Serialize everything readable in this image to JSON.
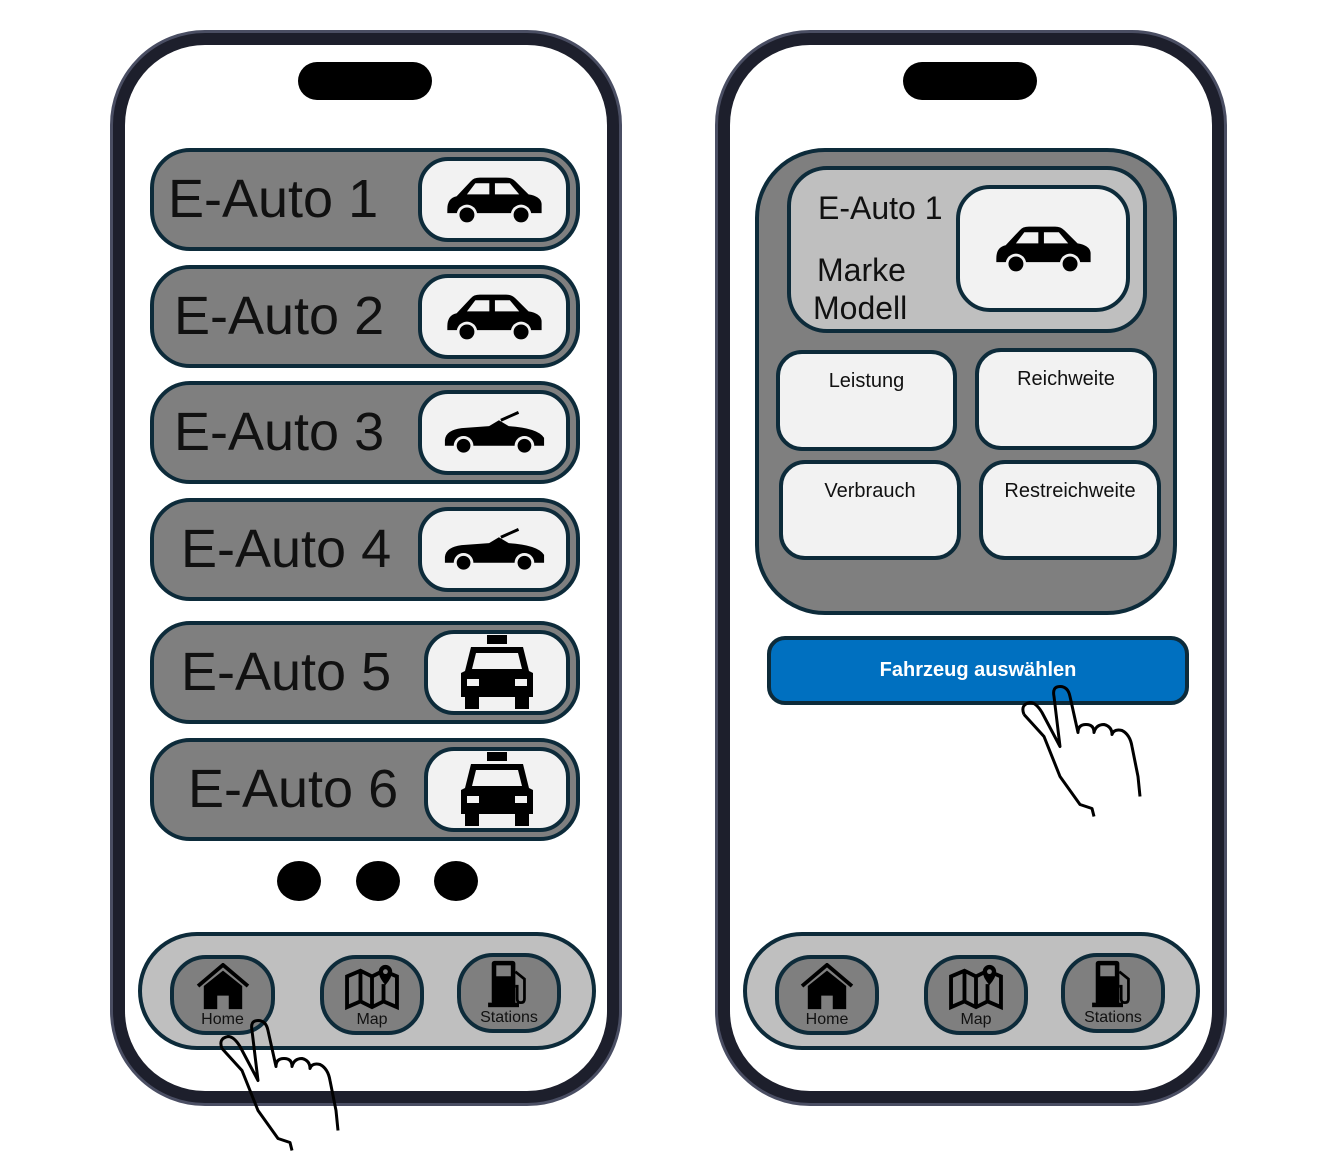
{
  "left_screen": {
    "cars": [
      {
        "label": "E-Auto 1",
        "icon": "sedan-car-icon"
      },
      {
        "label": "E-Auto 2",
        "icon": "sedan-car-icon"
      },
      {
        "label": "E-Auto 3",
        "icon": "convertible-car-icon"
      },
      {
        "label": "E-Auto 4",
        "icon": "convertible-car-icon"
      },
      {
        "label": "E-Auto 5",
        "icon": "taxi-icon"
      },
      {
        "label": "E-Auto 6",
        "icon": "taxi-icon"
      }
    ],
    "nav": {
      "home": "Home",
      "map": "Map",
      "stations": "Stations"
    }
  },
  "right_screen": {
    "car_title": "E-Auto 1",
    "brand": "Marke",
    "model": "Modell",
    "tiles": [
      "Leistung",
      "Reichweite",
      "Verbrauch",
      "Restreichweite"
    ],
    "select_button": "Fahrzeug auswählen",
    "nav": {
      "home": "Home",
      "map": "Map",
      "stations": "Stations"
    }
  },
  "colors": {
    "accent": "#0070c0",
    "item_bg": "#7f7f7f",
    "border": "#0d2b3a"
  }
}
